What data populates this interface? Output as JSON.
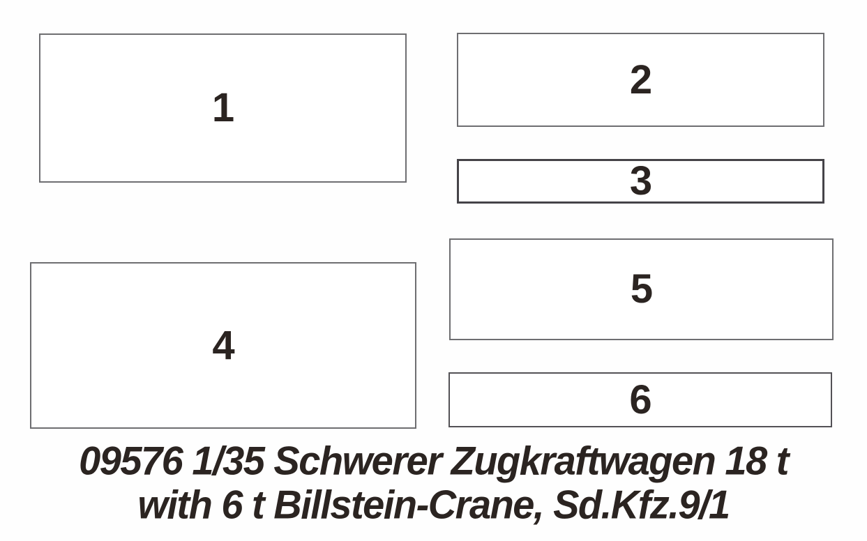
{
  "colors": {
    "background": "#fefefe",
    "ink": "#2b2421",
    "box_border": "#6e6e71",
    "box_border_dark": "#454348",
    "box_border_mid": "#535156"
  },
  "boxes": [
    {
      "label": "1"
    },
    {
      "label": "2"
    },
    {
      "label": "3"
    },
    {
      "label": "4"
    },
    {
      "label": "5"
    },
    {
      "label": "6"
    }
  ],
  "caption": {
    "line1": "09576 1/35 Schwerer Zugkraftwagen 18 t",
    "line2": "with 6 t Billstein-Crane, Sd.Kfz.9/1"
  }
}
